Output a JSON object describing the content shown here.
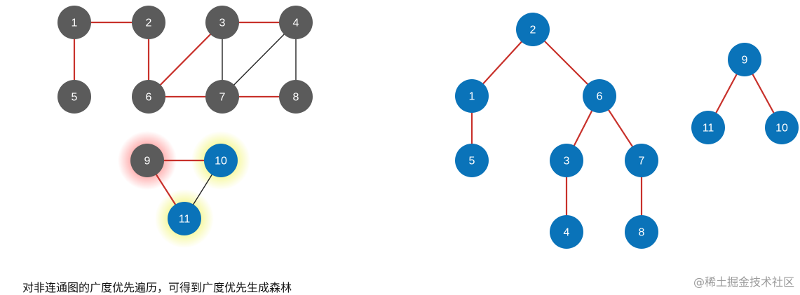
{
  "caption": "对非连通图的广度优先遍历，可得到广度优先生成森林",
  "watermark": "@稀土掘金技术社区",
  "colors": {
    "gray_node": "#5b5b5b",
    "blue_node": "#0a73b9",
    "tree_edge": "#c8312b",
    "other_edge": "#222222",
    "red_glow": "#ff6060",
    "yellow_glow": "#eef24a"
  },
  "graph": {
    "nodes": [
      {
        "id": "1",
        "label": "1",
        "style": "gray"
      },
      {
        "id": "2",
        "label": "2",
        "style": "gray"
      },
      {
        "id": "3",
        "label": "3",
        "style": "gray"
      },
      {
        "id": "4",
        "label": "4",
        "style": "gray"
      },
      {
        "id": "5",
        "label": "5",
        "style": "gray"
      },
      {
        "id": "6",
        "label": "6",
        "style": "gray"
      },
      {
        "id": "7",
        "label": "7",
        "style": "gray"
      },
      {
        "id": "8",
        "label": "8",
        "style": "gray"
      },
      {
        "id": "9",
        "label": "9",
        "style": "gray",
        "glow": "red"
      },
      {
        "id": "10",
        "label": "10",
        "style": "blue",
        "glow": "yellow"
      },
      {
        "id": "11",
        "label": "11",
        "style": "blue",
        "glow": "yellow"
      }
    ],
    "edges": [
      {
        "from": "1",
        "to": "2",
        "type": "tree"
      },
      {
        "from": "1",
        "to": "5",
        "type": "tree"
      },
      {
        "from": "2",
        "to": "6",
        "type": "tree"
      },
      {
        "from": "3",
        "to": "4",
        "type": "tree"
      },
      {
        "from": "3",
        "to": "6",
        "type": "tree"
      },
      {
        "from": "3",
        "to": "7",
        "type": "other"
      },
      {
        "from": "4",
        "to": "7",
        "type": "other"
      },
      {
        "from": "4",
        "to": "8",
        "type": "other"
      },
      {
        "from": "6",
        "to": "7",
        "type": "tree"
      },
      {
        "from": "7",
        "to": "8",
        "type": "tree"
      },
      {
        "from": "9",
        "to": "10",
        "type": "tree"
      },
      {
        "from": "9",
        "to": "11",
        "type": "tree"
      },
      {
        "from": "10",
        "to": "11",
        "type": "other"
      }
    ]
  },
  "forest": {
    "nodes": [
      {
        "id": "t2",
        "label": "2"
      },
      {
        "id": "t1",
        "label": "1"
      },
      {
        "id": "t6",
        "label": "6"
      },
      {
        "id": "t5",
        "label": "5"
      },
      {
        "id": "t3",
        "label": "3"
      },
      {
        "id": "t7",
        "label": "7"
      },
      {
        "id": "t4",
        "label": "4"
      },
      {
        "id": "t8",
        "label": "8"
      },
      {
        "id": "t9",
        "label": "9"
      },
      {
        "id": "t11",
        "label": "11"
      },
      {
        "id": "t10",
        "label": "10"
      }
    ],
    "edges": [
      {
        "from": "t2",
        "to": "t1"
      },
      {
        "from": "t2",
        "to": "t6"
      },
      {
        "from": "t1",
        "to": "t5"
      },
      {
        "from": "t6",
        "to": "t3"
      },
      {
        "from": "t6",
        "to": "t7"
      },
      {
        "from": "t3",
        "to": "t4"
      },
      {
        "from": "t7",
        "to": "t8"
      },
      {
        "from": "t9",
        "to": "t11"
      },
      {
        "from": "t9",
        "to": "t10"
      }
    ]
  }
}
